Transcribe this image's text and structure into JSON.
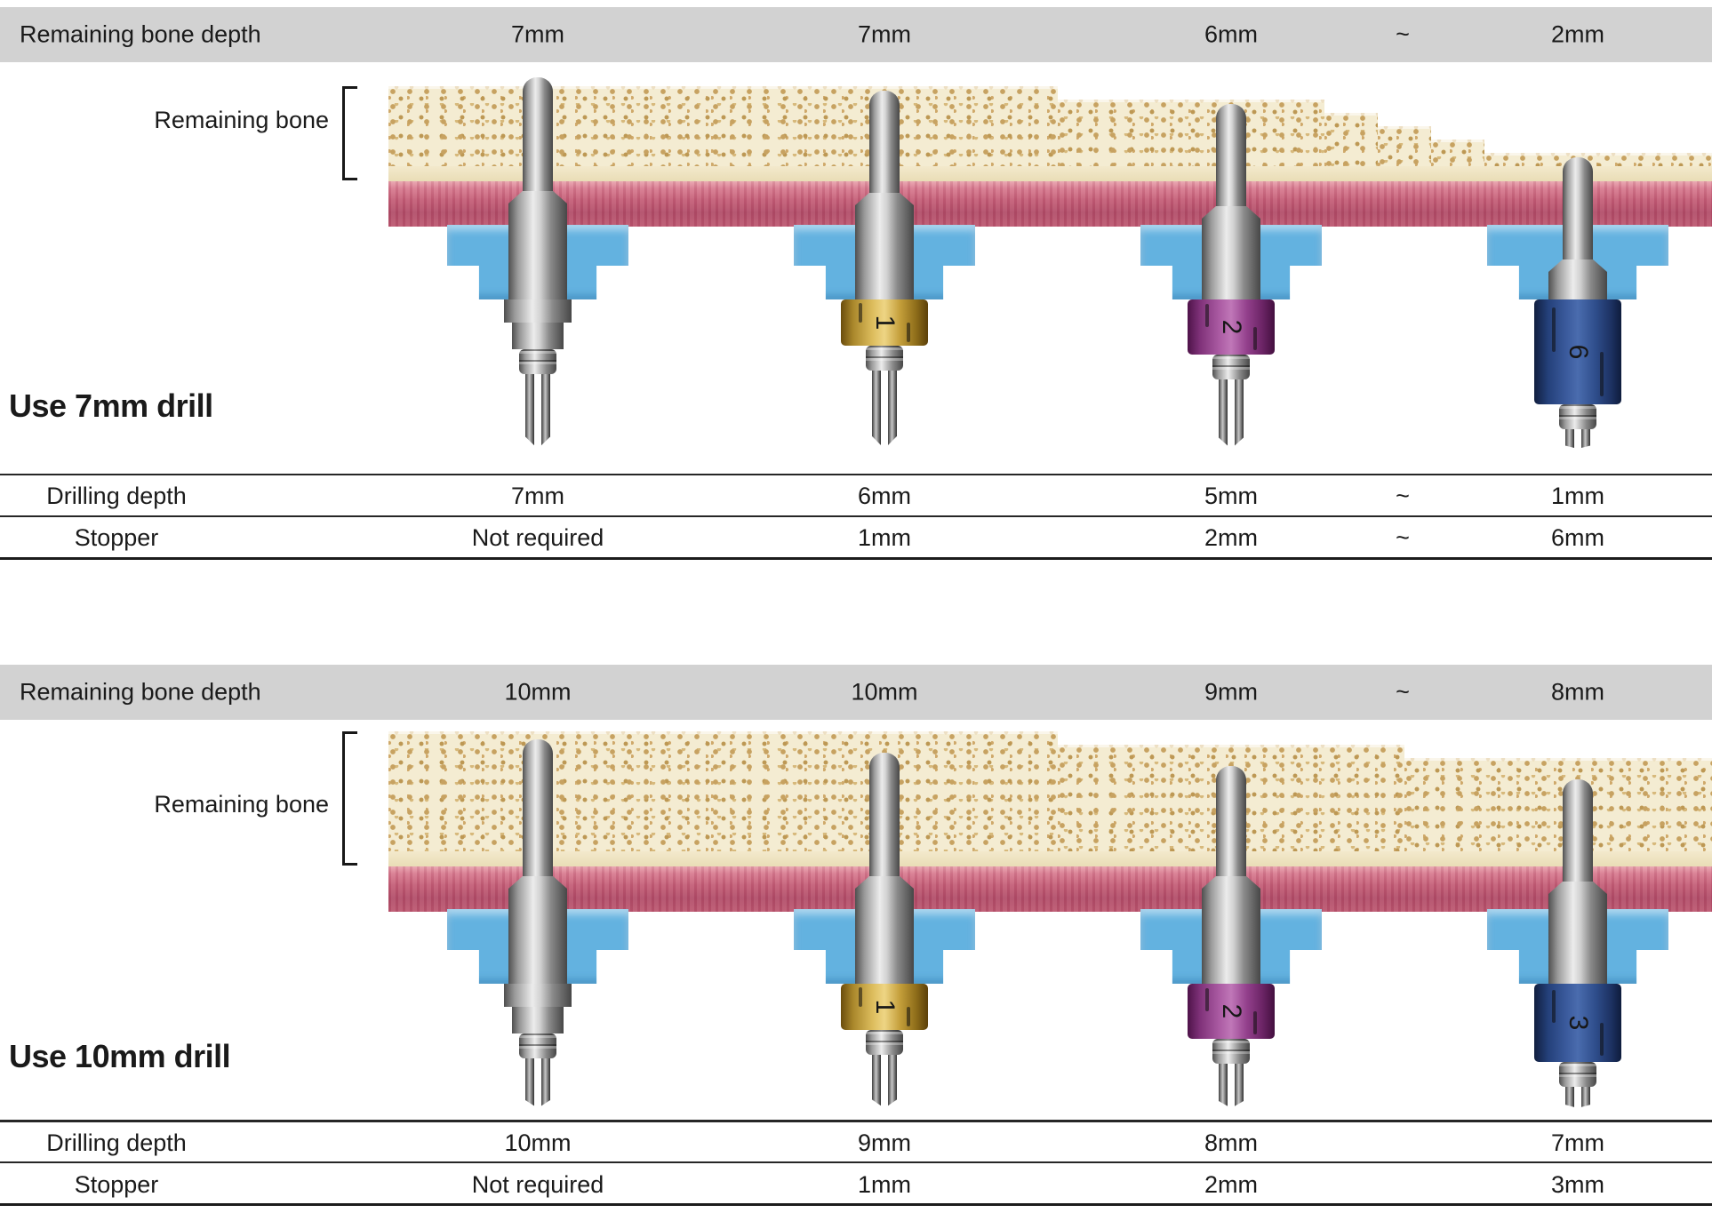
{
  "colors": {
    "header_bar": "#d2d2d2",
    "text": "#1a1a1a",
    "bone_base": "#f4ecd2",
    "bone_speckle": "#c7a261",
    "gum_pink": "#c45e77",
    "guide_blue": "#63b2e0",
    "stopper_gold": "#c9a53e",
    "stopper_purple": "#9b3f94",
    "stopper_navy": "#2c4a8c",
    "metal_gray": "#9a9a9a"
  },
  "sections": [
    {
      "title": "Use 7mm drill",
      "bone_label": "Remaining bone",
      "header": {
        "label": "Remaining bone depth",
        "values": [
          "7mm",
          "7mm",
          "6mm",
          "~",
          "2mm"
        ]
      },
      "drills": [
        {
          "remaining_bone_mm": 7,
          "drilling_depth_mm": 7,
          "stopper": null
        },
        {
          "remaining_bone_mm": 7,
          "drilling_depth_mm": 6,
          "stopper": {
            "label": "1",
            "mm": 1,
            "color": "gold"
          }
        },
        {
          "remaining_bone_mm": 6,
          "drilling_depth_mm": 5,
          "stopper": {
            "label": "2",
            "mm": 2,
            "color": "purple"
          }
        },
        {
          "remaining_bone_mm": 2,
          "drilling_depth_mm": 1,
          "stopper": {
            "label": "6",
            "mm": 6,
            "color": "navy"
          }
        }
      ],
      "table": {
        "rows": [
          {
            "label": "Drilling depth",
            "values": [
              "7mm",
              "6mm",
              "5mm",
              "~",
              "1mm"
            ]
          },
          {
            "label": "Stopper",
            "values": [
              "Not required",
              "1mm",
              "2mm",
              "~",
              "6mm"
            ]
          }
        ]
      }
    },
    {
      "title": "Use 10mm drill",
      "bone_label": "Remaining bone",
      "header": {
        "label": "Remaining bone depth",
        "values": [
          "10mm",
          "10mm",
          "9mm",
          "~",
          "8mm"
        ]
      },
      "drills": [
        {
          "remaining_bone_mm": 10,
          "drilling_depth_mm": 10,
          "stopper": null
        },
        {
          "remaining_bone_mm": 10,
          "drilling_depth_mm": 9,
          "stopper": {
            "label": "1",
            "mm": 1,
            "color": "gold"
          }
        },
        {
          "remaining_bone_mm": 9,
          "drilling_depth_mm": 8,
          "stopper": {
            "label": "2",
            "mm": 2,
            "color": "purple"
          }
        },
        {
          "remaining_bone_mm": 8,
          "drilling_depth_mm": 7,
          "stopper": {
            "label": "3",
            "mm": 3,
            "color": "navy"
          }
        }
      ],
      "table": {
        "rows": [
          {
            "label": "Drilling depth",
            "values": [
              "10mm",
              "9mm",
              "8mm",
              "",
              "7mm"
            ]
          },
          {
            "label": "Stopper",
            "values": [
              "Not required",
              "1mm",
              "2mm",
              "",
              "3mm"
            ]
          }
        ]
      }
    }
  ]
}
